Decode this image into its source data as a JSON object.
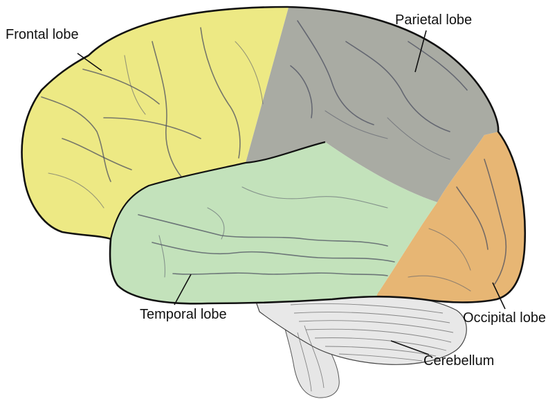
{
  "labels": {
    "frontal": "Frontal lobe",
    "parietal": "Parietal lobe",
    "temporal": "Temporal lobe",
    "occipital": "Occipital lobe",
    "cerebellum": "Cerebellum"
  },
  "colors": {
    "frontal": "#ede984",
    "parietal": "#a9aba3",
    "temporal": "#c3e2bb",
    "occipital": "#e7b674",
    "cerebellum": "#e8e8e8",
    "outline": "#111111"
  }
}
